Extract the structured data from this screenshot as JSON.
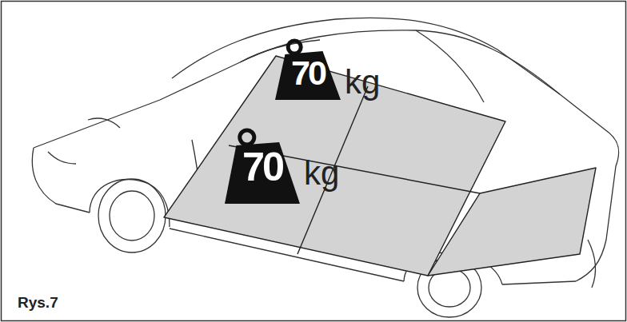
{
  "diagram": {
    "nodes": [
      {
        "text": [
          "70",
          "kg"
        ]
      },
      {
        "text": [
          "70",
          "kg"
        ]
      }
    ],
    "labels": [
      "Rys.7"
    ]
  }
}
